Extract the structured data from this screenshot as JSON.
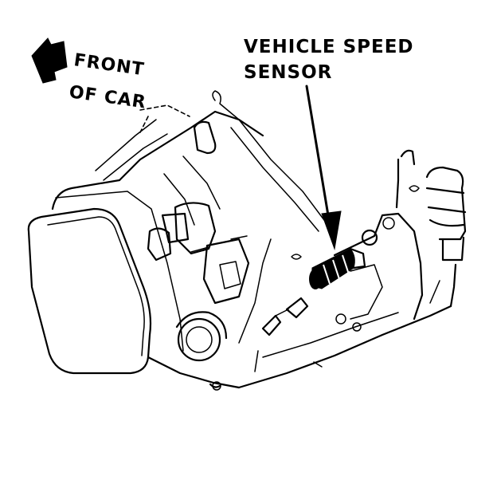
{
  "labels": {
    "front_line1": "FRONT",
    "front_line2": "OF CAR",
    "sensor_line1": "VEHICLE SPEED",
    "sensor_line2": "SENSOR"
  },
  "colors": {
    "ink": "#000000",
    "background": "#ffffff"
  },
  "icons": {
    "direction": "arrow-left-icon",
    "pointer": "arrow-down-icon"
  }
}
